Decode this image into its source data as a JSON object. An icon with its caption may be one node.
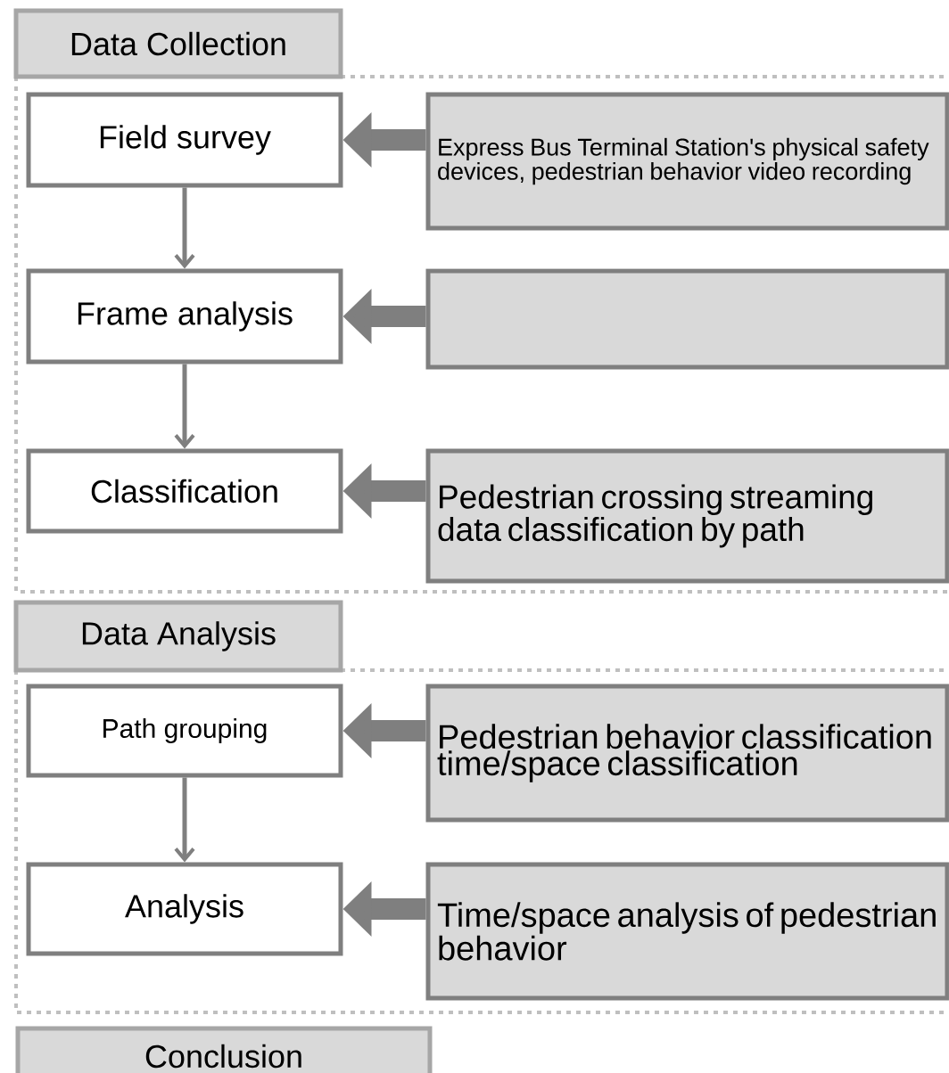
{
  "diagram": {
    "nodes": [
      {
        "text": [
          "Data Collection"
        ]
      },
      {
        "text": [
          "Field survey"
        ]
      },
      {
        "text": [
          "Express Bus Terminal Station's physical safety devices, pedestrian behavior video recording"
        ]
      },
      {
        "text": [
          "Frame analysis"
        ]
      },
      {
        "text": [],
        "shape": "box"
      },
      {
        "text": [
          "Classification"
        ]
      },
      {
        "text": [
          "Pedestrian crossing streaming data classification by path"
        ]
      },
      {
        "text": [
          "Data Analysis"
        ]
      },
      {
        "text": [
          "Path grouping"
        ]
      },
      {
        "text": [
          "Pedestrian behavior classification time/space classification"
        ]
      },
      {
        "text": [
          "Analysis"
        ]
      },
      {
        "text": [
          "Time/space analysis of pedestrian behavior"
        ]
      },
      {
        "text": [
          "Conclusion"
        ]
      }
    ],
    "edges": [
      {
        "from": 1,
        "to": 3,
        "arrow": "to"
      },
      {
        "from": 3,
        "to": 5,
        "arrow": "to"
      },
      {
        "from": 2,
        "to": 1,
        "arrow": "to"
      },
      {
        "from": 4,
        "to": 3,
        "arrow": "to"
      },
      {
        "from": 6,
        "to": 5,
        "arrow": "to"
      },
      {
        "from": 8,
        "to": 10,
        "arrow": "to"
      },
      {
        "from": 9,
        "to": 8,
        "arrow": "to"
      },
      {
        "from": 11,
        "to": 10,
        "arrow": "to"
      }
    ]
  }
}
